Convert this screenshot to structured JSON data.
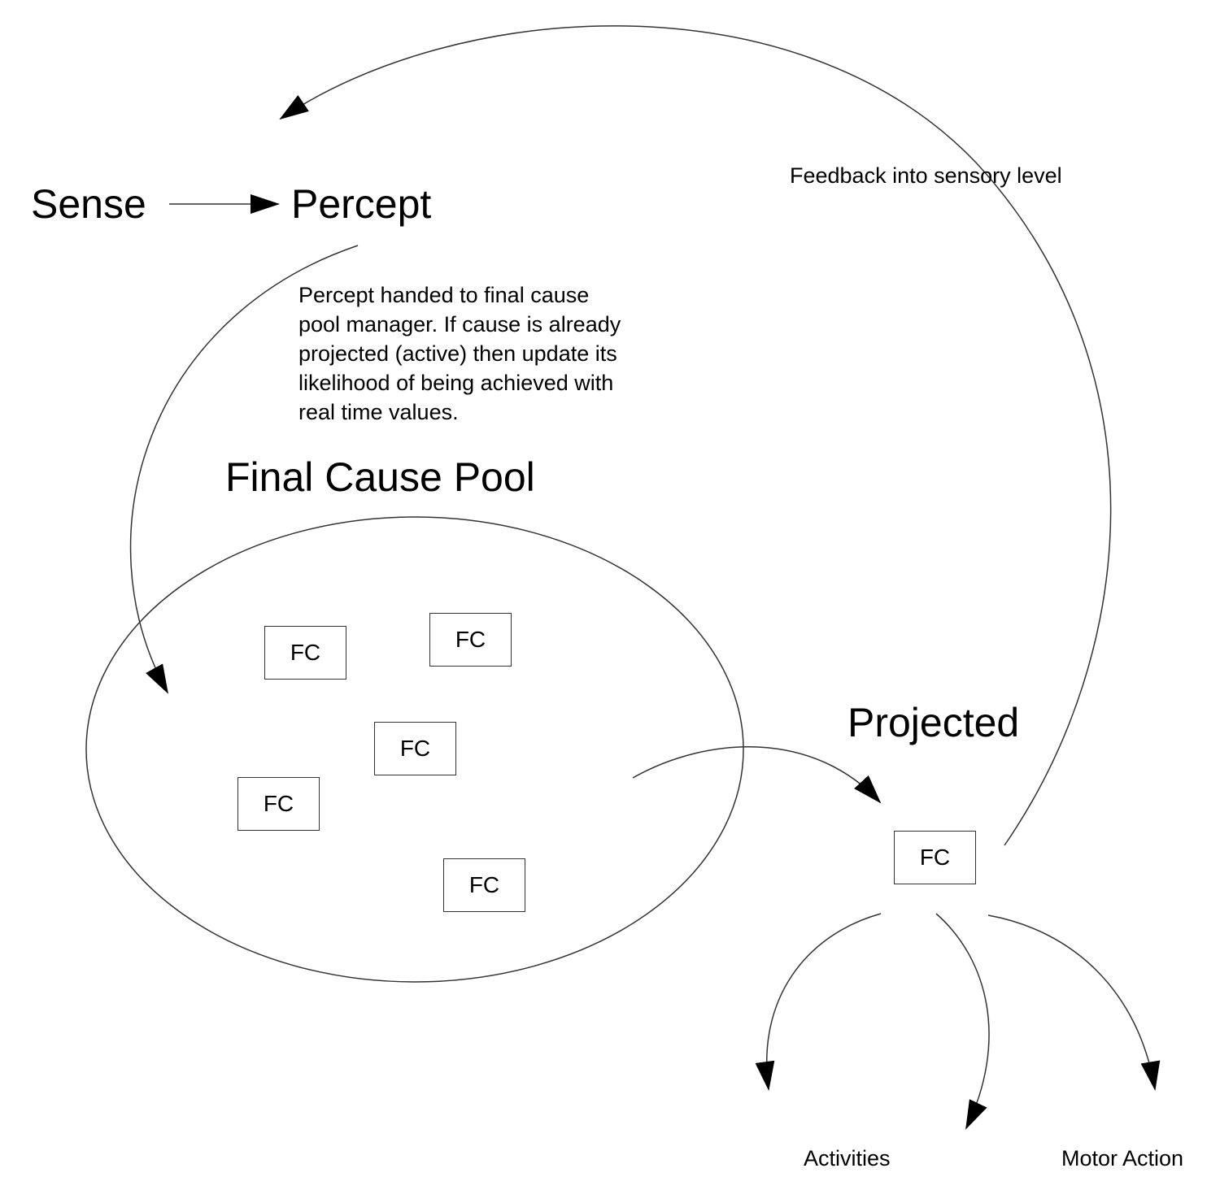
{
  "labels": {
    "sense": "Sense",
    "percept": "Percept",
    "final_cause_pool": "Final Cause Pool",
    "projected": "Projected",
    "feedback": "Feedback into sensory level",
    "activities": "Activities",
    "motor_action": "Motor Action"
  },
  "note": [
    "Percept handed to final cause",
    "pool manager.  If cause is already",
    "projected (active) then update its",
    "likelihood of being achieved with",
    "real time values."
  ],
  "pool_items": [
    "FC",
    "FC",
    "FC",
    "FC",
    "FC"
  ],
  "projected_item": "FC",
  "colors": {
    "stroke": "#333333",
    "text": "#000000",
    "background": "#ffffff"
  }
}
